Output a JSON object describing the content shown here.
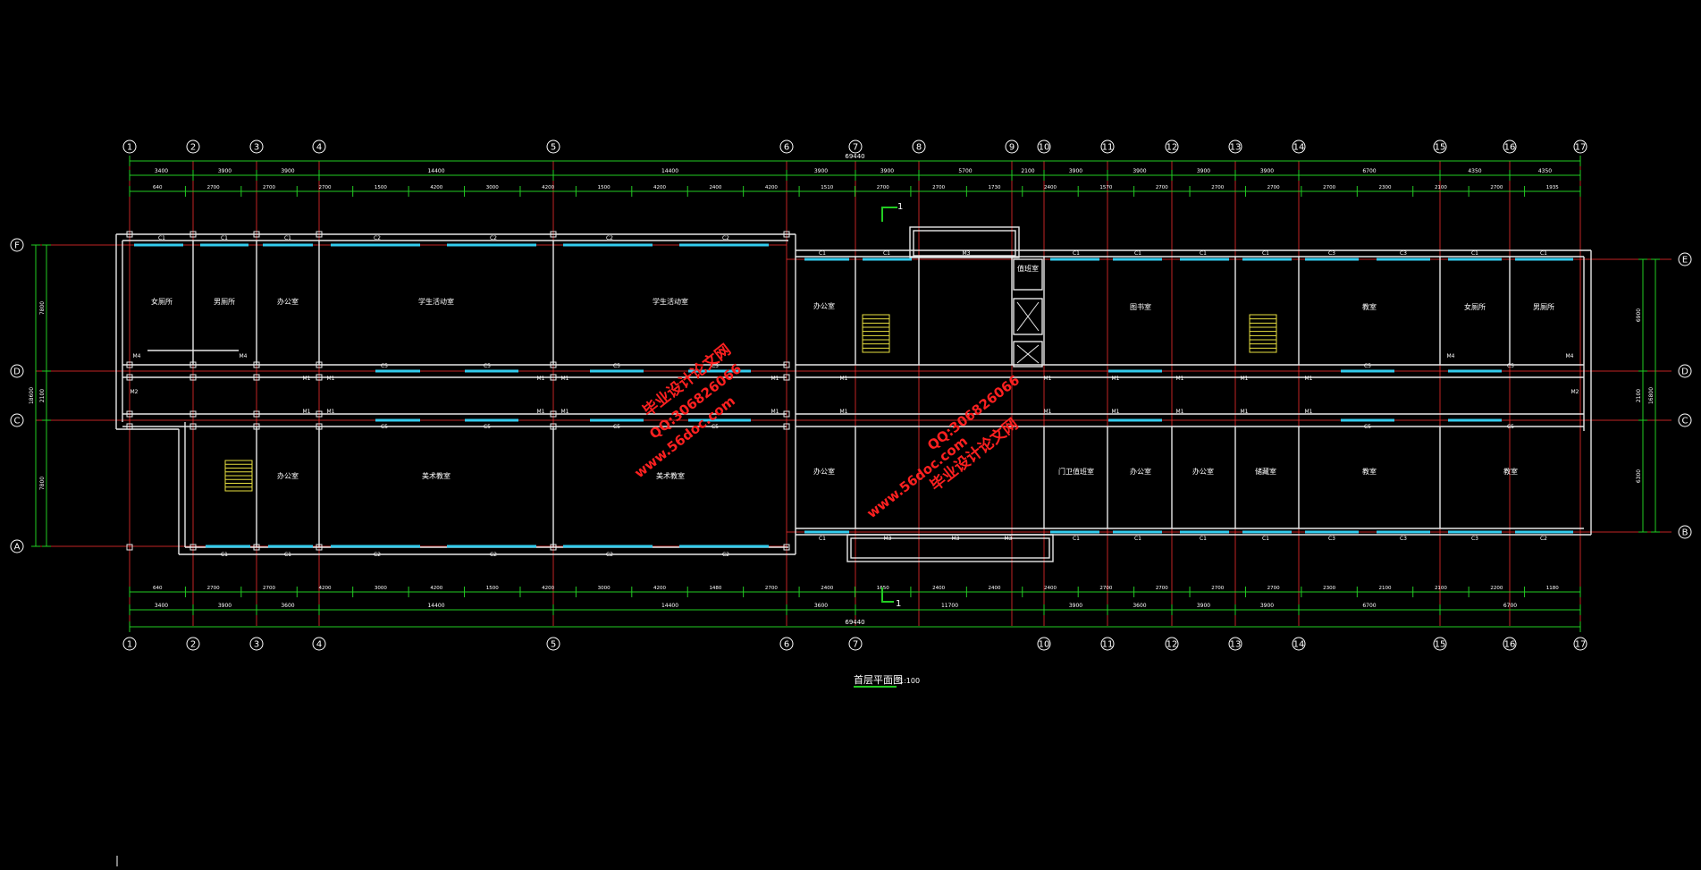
{
  "drawing": {
    "title": "首层平面图",
    "scale": "1:100",
    "section_marker": "1"
  },
  "axes": {
    "top": [
      "1",
      "2",
      "3",
      "4",
      "5",
      "6",
      "7",
      "8",
      "9",
      "10",
      "11",
      "12",
      "13",
      "14",
      "15",
      "16",
      "17"
    ],
    "bottom": [
      "1",
      "2",
      "3",
      "4",
      "5",
      "6",
      "7",
      "10",
      "11",
      "12",
      "13",
      "14",
      "15",
      "16",
      "17"
    ],
    "left": [
      "F",
      "D",
      "C",
      "A"
    ],
    "right": [
      "E",
      "D",
      "C",
      "B"
    ]
  },
  "dimensions": {
    "total_length": "69440",
    "top_row1": [
      "3400",
      "3900",
      "3900",
      "14400",
      "14400",
      "3900",
      "3900",
      "5700",
      "2100",
      "3900",
      "3900",
      "3900",
      "3900",
      "6700",
      "4350",
      "4350"
    ],
    "top_row2": [
      "640",
      "2700",
      "2700",
      "2700",
      "1500",
      "4200",
      "3000",
      "4200",
      "1500",
      "4200",
      "2400",
      "4200",
      "1510",
      "2700",
      "2700",
      "1730",
      "2400",
      "1570",
      "2700",
      "2700",
      "2700",
      "2700",
      "2300",
      "2100",
      "2700",
      "1935"
    ],
    "bottom_row1": [
      "3400",
      "3900",
      "3600",
      "14400",
      "14400",
      "3600",
      "11700",
      "3900",
      "3600",
      "3900",
      "3900",
      "6700",
      "6700"
    ],
    "bottom_row2": [
      "640",
      "2700",
      "2700",
      "4200",
      "3000",
      "4200",
      "1500",
      "4200",
      "3000",
      "4200",
      "1480",
      "2700",
      "2400",
      "1650",
      "2400",
      "2400",
      "2400",
      "2700",
      "2700",
      "2700",
      "2700",
      "2300",
      "2100",
      "2100",
      "2200",
      "1180"
    ],
    "left": [
      "7800",
      "2100",
      "7800",
      "18600"
    ],
    "right": [
      "6900",
      "2100",
      "6300",
      "16800"
    ]
  },
  "rooms": {
    "womens_toilet_left": "女厕所",
    "mens_toilet_left": "男厕所",
    "office_nw": "办公室",
    "student_lab1": "学生活动室",
    "student_lab2": "学生活动室",
    "office_sw": "办公室",
    "art_room1": "美术教室",
    "art_room2": "美术教室",
    "office_mid_n": "办公室",
    "office_mid_s": "办公室",
    "duty_room": "值班室",
    "library": "图书室",
    "classroom_ne": "教室",
    "womens_toilet_right": "女厕所",
    "mens_toilet_right": "男厕所",
    "reception": "门卫值班室",
    "office_se1": "办公室",
    "office_se2": "办公室",
    "storage": "储藏室",
    "classroom_se1": "教室",
    "classroom_se2": "教室"
  },
  "labels": {
    "window_c1": "C1",
    "window_c2": "C2",
    "window_c3": "C3",
    "window_c5": "C5",
    "door_m1": "M1",
    "door_m2": "M2",
    "door_m3": "M3",
    "door_m4": "M4"
  },
  "watermark": {
    "site": "www.56doc.com",
    "qq": "QQ:306826066",
    "name": "毕业设计论文网"
  },
  "colors": {
    "background": "#000000",
    "wall": "#e8e8e8",
    "axis_line": "#ff3030",
    "dimension": "#22cc22",
    "window": "#33ccee",
    "stair": "#e8e040",
    "watermark": "#ff2020",
    "text": "#ffffff"
  }
}
